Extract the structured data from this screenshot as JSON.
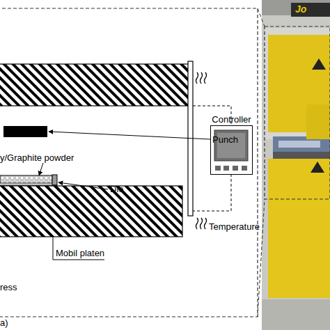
{
  "diagram": {
    "nodes": [
      {
        "text": [
          "Controller"
        ]
      }
    ],
    "edges": [],
    "labels": [
      "Punch",
      "y/Graphite powder",
      "Die",
      "Temperature",
      "Mobil platen",
      "ress",
      "a)",
      "Jo"
    ]
  }
}
